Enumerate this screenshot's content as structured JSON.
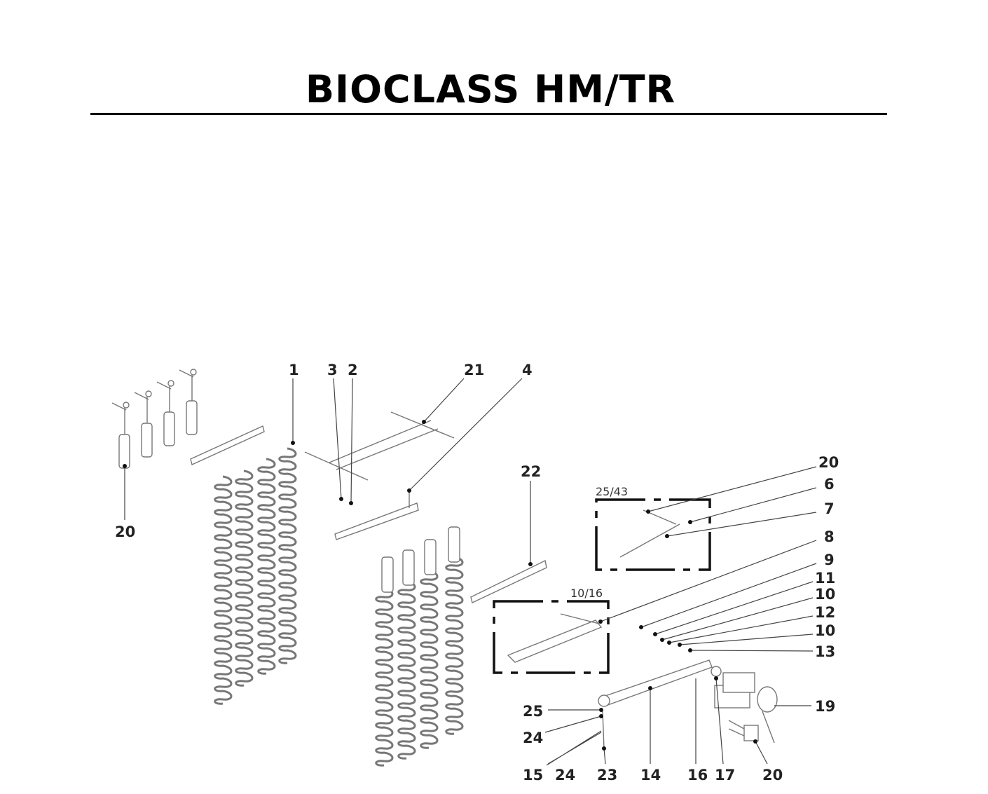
{
  "title": "BIOCLASS HM/TR",
  "detail_boxes": [
    "25/43",
    "10/16"
  ],
  "callouts": [
    "1",
    "3",
    "2",
    "21",
    "4",
    "20",
    "22",
    "20",
    "6",
    "7",
    "8",
    "9",
    "11",
    "10",
    "12",
    "10",
    "13",
    "19",
    "20",
    "17",
    "16",
    "14",
    "23",
    "24",
    "15",
    "24",
    "25"
  ]
}
